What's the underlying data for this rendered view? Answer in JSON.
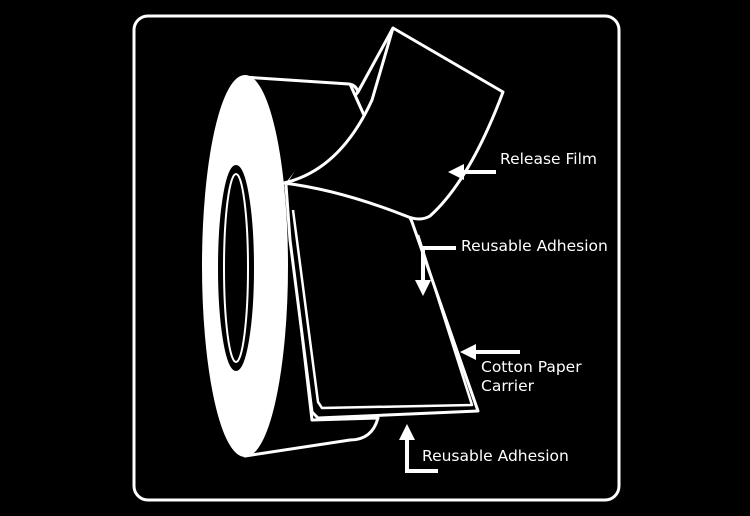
{
  "colors": {
    "background": "#000000",
    "stroke": "#ffffff",
    "tape_face": "#ffffff"
  },
  "labels": {
    "release_film": "Release Film",
    "reusable_adhesion_top": "Reusable Adhesion",
    "cotton_paper_carrier_line1": "Cotton Paper",
    "cotton_paper_carrier_line2": "Carrier",
    "reusable_adhesion_bottom": "Reusable Adhesion"
  }
}
